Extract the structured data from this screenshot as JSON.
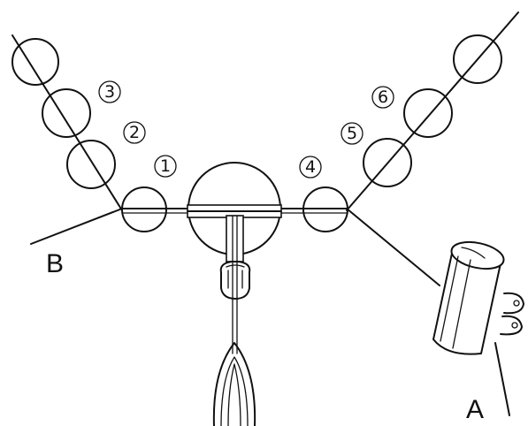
{
  "diagram": {
    "label_a": "A",
    "label_b": "B",
    "needle_numbers": [
      "1",
      "2",
      "3",
      "4",
      "5",
      "6"
    ]
  },
  "colors": {
    "line": "#111111",
    "background": "#ffffff"
  }
}
